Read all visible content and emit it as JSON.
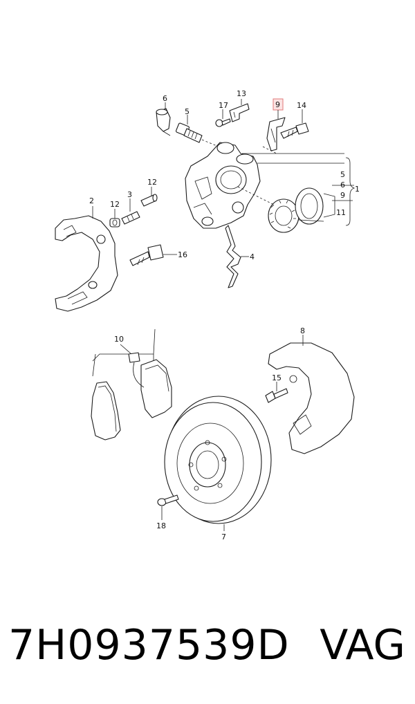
{
  "callouts": {
    "c1": "1",
    "c2": "2",
    "c3": "3",
    "c4": "4",
    "c5": "5",
    "c6": "6",
    "c7": "7",
    "c8": "8",
    "c9": "9",
    "c10": "10",
    "c11": "11",
    "c12a": "12",
    "c12b": "12",
    "c13": "13",
    "c14": "14",
    "c15": "15",
    "c16": "16",
    "c17": "17",
    "c18": "18"
  },
  "bracket_list": {
    "i5": "5",
    "i6": "6",
    "i9": "9",
    "i11": "11"
  },
  "highlighted_part": "9",
  "highlight_color": "#e07a7a",
  "footer": {
    "part_number": "7H0937539D",
    "brand": "VAG"
  }
}
